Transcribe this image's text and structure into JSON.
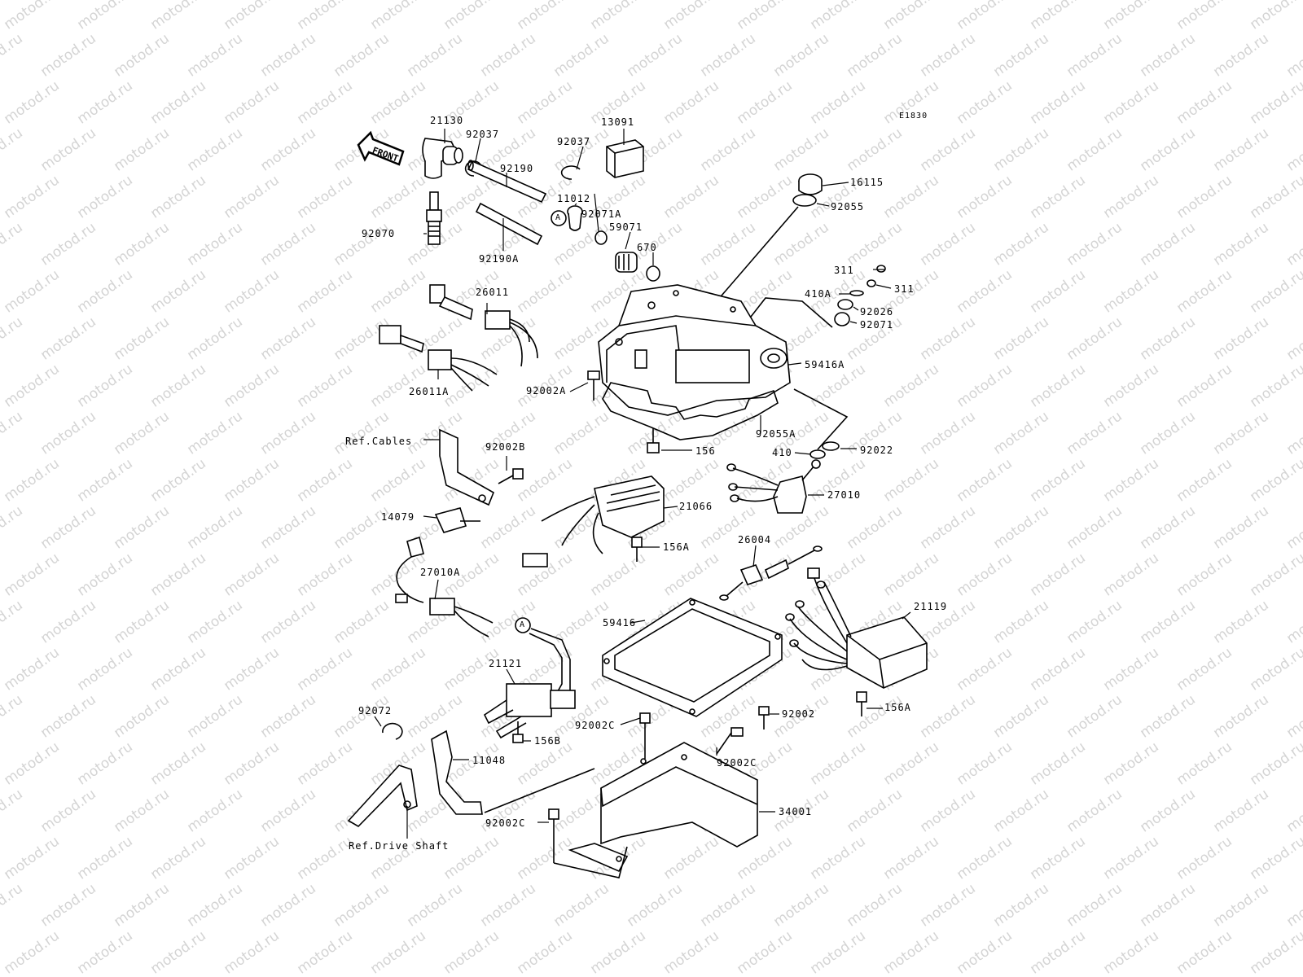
{
  "diagram": {
    "code": "E1830",
    "watermark": "motod.ru",
    "front_label": "FRONT",
    "labels": {
      "p21130": "21130",
      "p92037a": "92037",
      "p92037b": "92037",
      "p13091": "13091",
      "p92190": "92190",
      "p11012": "11012",
      "p92071A": "92071A",
      "p59071": "59071",
      "p670": "670",
      "p92070": "92070",
      "p92190A": "92190A",
      "p16115": "16115",
      "p92055": "92055",
      "p311a": "311",
      "p311b": "311",
      "p410A": "410A",
      "p92026": "92026",
      "p92071": "92071",
      "p26011": "26011",
      "p26011A": "26011A",
      "p59416A": "59416A",
      "p92002A": "92002A",
      "p92055A": "92055A",
      "p156": "156",
      "p410": "410",
      "p92022": "92022",
      "refCables": "Ref.Cables",
      "p92002B": "92002B",
      "p27010": "27010",
      "p21066": "21066",
      "p14079": "14079",
      "p156A_a": "156A",
      "p26004": "26004",
      "p27010A": "27010A",
      "p21119": "21119",
      "p59416": "59416",
      "p21121": "21121",
      "p92002": "92002",
      "p156A_b": "156A",
      "p92072": "92072",
      "p92002C_a": "92002C",
      "p156B": "156B",
      "p92002C_b": "92002C",
      "p11048": "11048",
      "p34001": "34001",
      "p92002C_c": "92002C",
      "refDriveShaft": "Ref.Drive Shaft",
      "circleA1": "A",
      "circleA2": "A"
    }
  }
}
